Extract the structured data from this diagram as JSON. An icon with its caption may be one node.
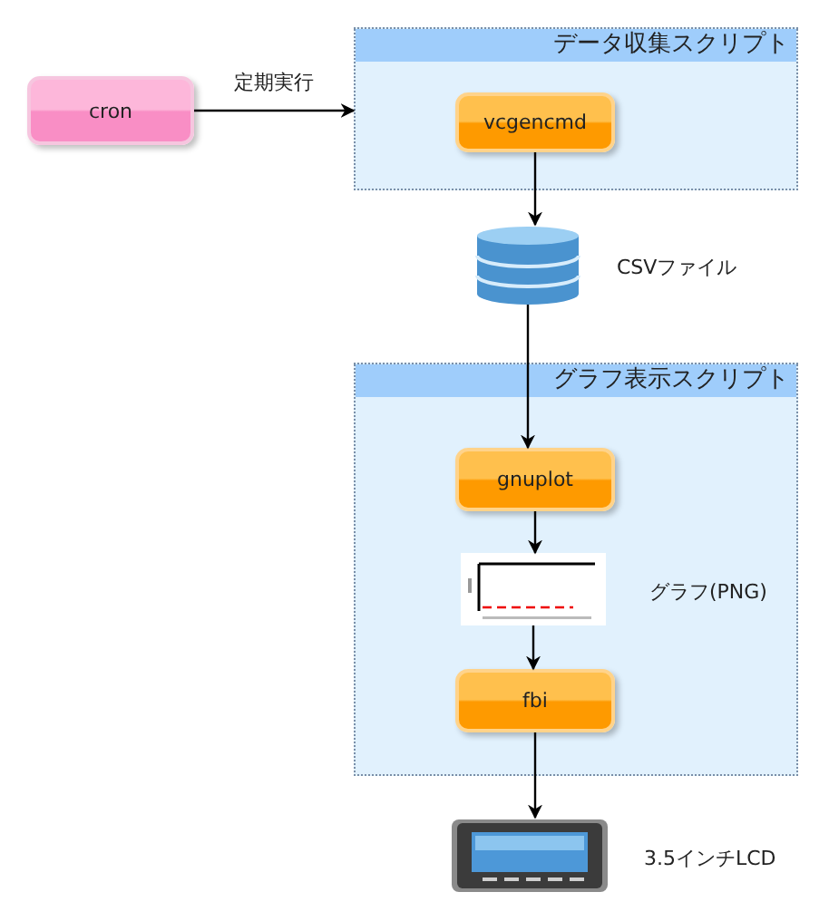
{
  "diagram": {
    "nodes": [
      {
        "text": [
          "cron"
        ]
      },
      {
        "text": [
          "データ収集スクリプト"
        ]
      },
      {
        "text": [
          "vcgencmd"
        ],
        "in": 1
      },
      {
        "text": [],
        "shape": "cylinder",
        "beside": [
          "CSVファイル"
        ]
      },
      {
        "text": [
          "グラフ表示スクリプト"
        ]
      },
      {
        "text": [
          "gnuplot"
        ],
        "in": 4
      },
      {
        "text": [],
        "shape": "picture",
        "beside": [
          "グラフ(PNG)"
        ],
        "in": 4
      },
      {
        "text": [
          "fbi"
        ],
        "in": 4
      },
      {
        "text": [],
        "shape": "picture",
        "beside": [
          "3.5インチLCD"
        ]
      }
    ],
    "edges": [
      {
        "from": 0,
        "to": 1,
        "arrow": "to",
        "label": "定期実行"
      },
      {
        "from": 2,
        "to": 3,
        "arrow": "to"
      },
      {
        "from": 3,
        "to": 5,
        "arrow": "to"
      },
      {
        "from": 5,
        "to": 6,
        "arrow": "to"
      },
      {
        "from": 6,
        "to": 7,
        "arrow": "to"
      },
      {
        "from": 7,
        "to": 8,
        "arrow": "to"
      }
    ]
  }
}
